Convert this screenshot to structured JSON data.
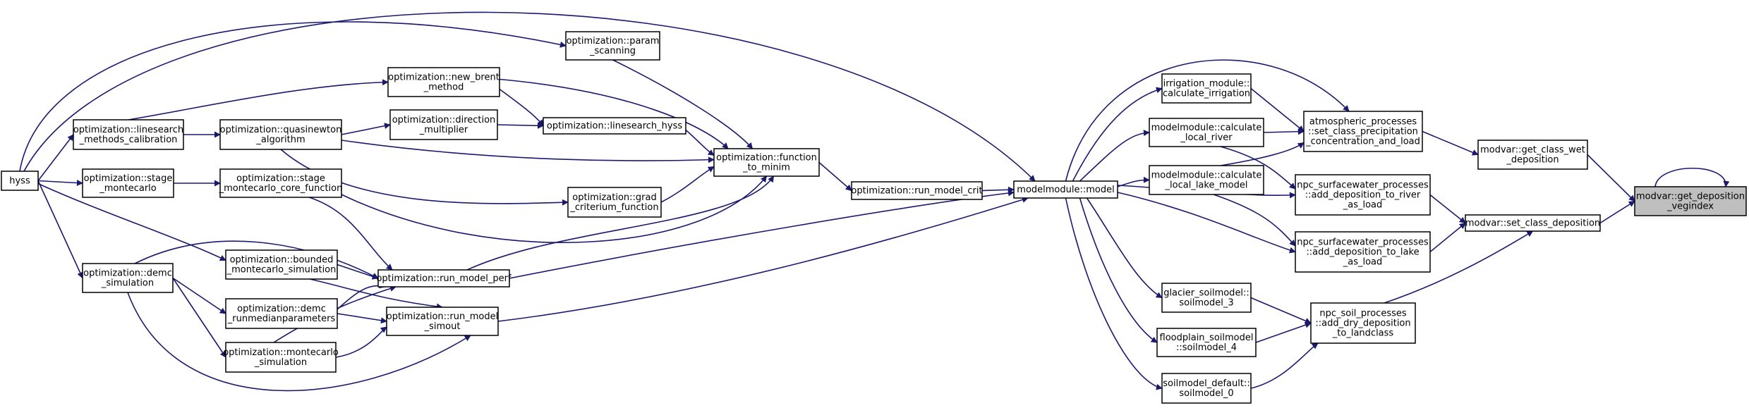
{
  "diagram": {
    "type": "call-graph",
    "nodes": [
      {
        "id": "hyss",
        "lines": [
          "hyss"
        ]
      },
      {
        "id": "ls_calib",
        "lines": [
          "optimization::linesearch",
          "_methods_calibration"
        ]
      },
      {
        "id": "stage_mc",
        "lines": [
          "optimization::stage",
          "_montecarlo"
        ]
      },
      {
        "id": "demc_sim",
        "lines": [
          "optimization::demc",
          "_simulation"
        ]
      },
      {
        "id": "quasinewton",
        "lines": [
          "optimization::quasinewton",
          "_algorithm"
        ]
      },
      {
        "id": "stage_mc_core",
        "lines": [
          "optimization::stage",
          "_montecarlo_core_function"
        ]
      },
      {
        "id": "bounded_mc",
        "lines": [
          "optimization::bounded",
          "_montecarlo_simulation"
        ]
      },
      {
        "id": "demc_runmedian",
        "lines": [
          "optimization::demc",
          "_runmedianparameters"
        ]
      },
      {
        "id": "montecarlo_sim",
        "lines": [
          "optimization::montecarlo",
          "_simulation"
        ]
      },
      {
        "id": "new_brent",
        "lines": [
          "optimization::new_brent",
          "_method"
        ]
      },
      {
        "id": "direction_mult",
        "lines": [
          "optimization::direction",
          "_multiplier"
        ]
      },
      {
        "id": "param_scan",
        "lines": [
          "optimization::param",
          "_scanning"
        ]
      },
      {
        "id": "ls_hyss",
        "lines": [
          "optimization::linesearch_hyss"
        ]
      },
      {
        "id": "grad_crit",
        "lines": [
          "optimization::grad",
          "_criterium_function"
        ]
      },
      {
        "id": "run_model_perf",
        "lines": [
          "optimization::run_model_perf"
        ]
      },
      {
        "id": "run_model_simout",
        "lines": [
          "optimization::run_model",
          "_simout"
        ]
      },
      {
        "id": "function_to_minim",
        "lines": [
          "optimization::function",
          "_to_minim"
        ]
      },
      {
        "id": "run_model_crit",
        "lines": [
          "optimization::run_model_crit"
        ]
      },
      {
        "id": "model",
        "lines": [
          "modelmodule::model"
        ]
      },
      {
        "id": "irrigation",
        "lines": [
          "irrigation_module::",
          "calculate_irrigation"
        ]
      },
      {
        "id": "calc_local_river",
        "lines": [
          "modelmodule::calculate",
          "_local_river"
        ]
      },
      {
        "id": "calc_local_lake",
        "lines": [
          "modelmodule::calculate",
          "_local_lake_model"
        ]
      },
      {
        "id": "glacier_soil",
        "lines": [
          "glacier_soilmodel::",
          "soilmodel_3"
        ]
      },
      {
        "id": "floodplain_soil",
        "lines": [
          "floodplain_soilmodel",
          "::soilmodel_4"
        ]
      },
      {
        "id": "soil_default",
        "lines": [
          "soilmodel_default::",
          "soilmodel_0"
        ]
      },
      {
        "id": "atmo_precip",
        "lines": [
          "atmospheric_processes",
          "::set_class_precipitation",
          "_concentration_and_load"
        ]
      },
      {
        "id": "npc_river",
        "lines": [
          "npc_surfacewater_processes",
          "::add_deposition_to_river",
          "_as_load"
        ]
      },
      {
        "id": "npc_lake",
        "lines": [
          "npc_surfacewater_processes",
          "::add_deposition_to_lake",
          "_as_load"
        ]
      },
      {
        "id": "npc_soil_dry",
        "lines": [
          "npc_soil_processes",
          "::add_dry_deposition",
          "_to_landclass"
        ]
      },
      {
        "id": "get_class_wet",
        "lines": [
          "modvar::get_class_wet",
          "_deposition"
        ]
      },
      {
        "id": "set_class_dep",
        "lines": [
          "modvar::set_class_deposition"
        ]
      },
      {
        "id": "get_dep_veg",
        "lines": [
          "modvar::get_deposition",
          "_vegindex"
        ],
        "selected": true
      }
    ]
  }
}
